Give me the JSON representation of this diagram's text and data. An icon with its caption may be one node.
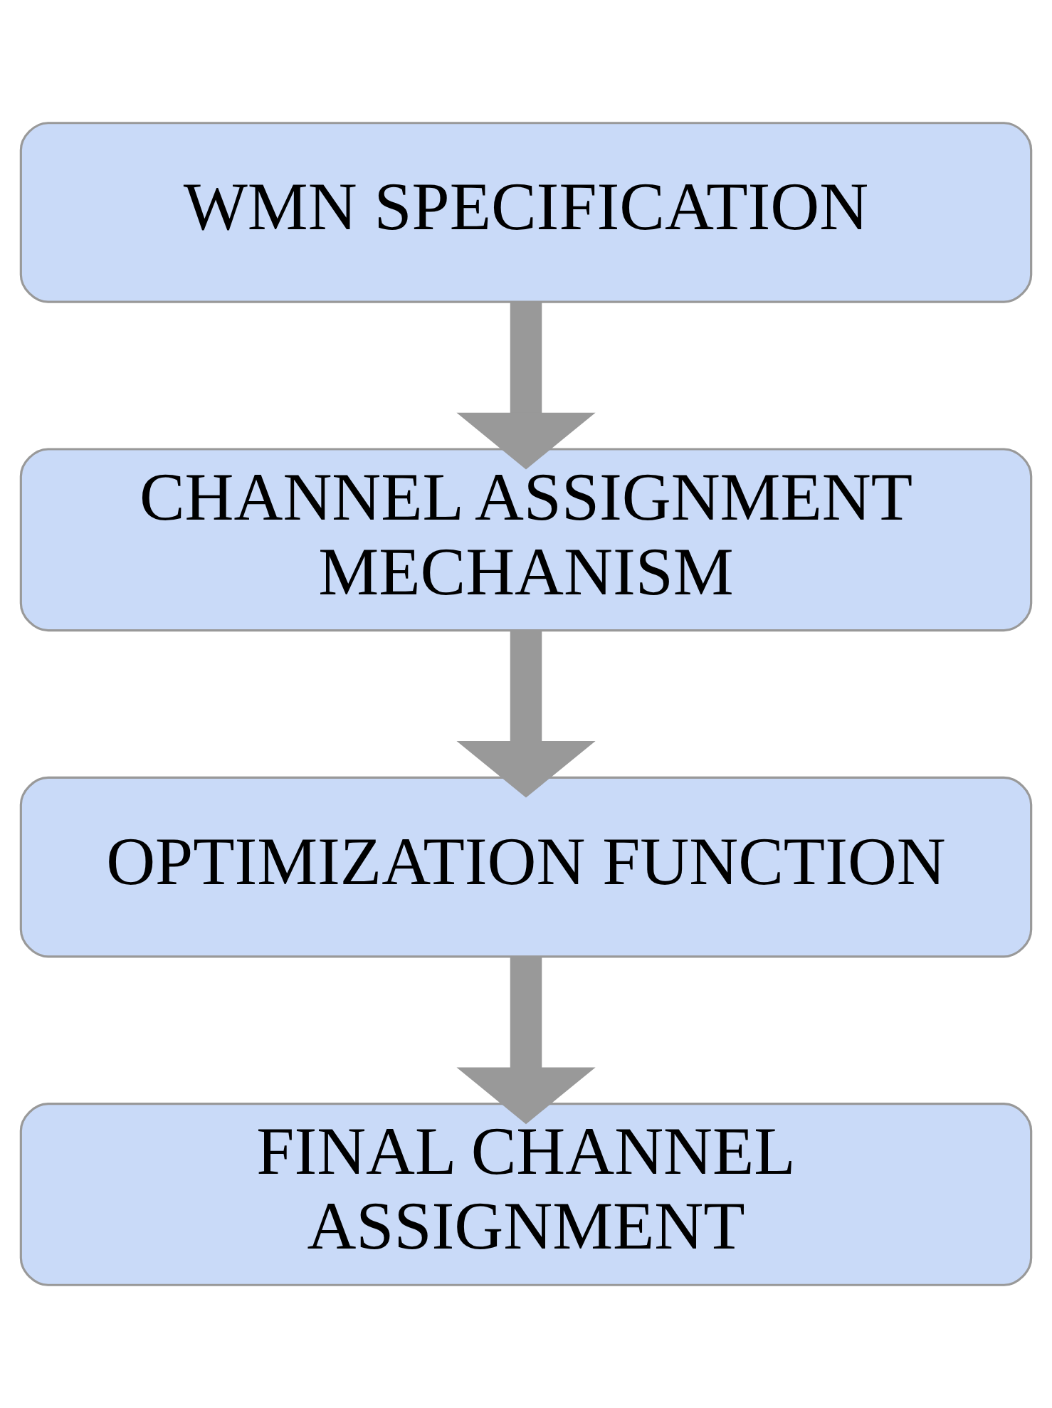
{
  "diagram": {
    "nodes": [
      {
        "text": [
          "WMN SPECIFICATION"
        ]
      },
      {
        "text": [
          "CHANNEL ASSIGNMENT MECHANISM"
        ]
      },
      {
        "text": [
          "OPTIMIZATION FUNCTION"
        ]
      },
      {
        "text": [
          "FINAL CHANNEL ASSIGNMENT"
        ]
      }
    ],
    "edges": [
      {
        "from": 0,
        "to": 1,
        "arrow": "to"
      },
      {
        "from": 1,
        "to": 2,
        "arrow": "to"
      },
      {
        "from": 2,
        "to": 3,
        "arrow": "to"
      }
    ]
  }
}
